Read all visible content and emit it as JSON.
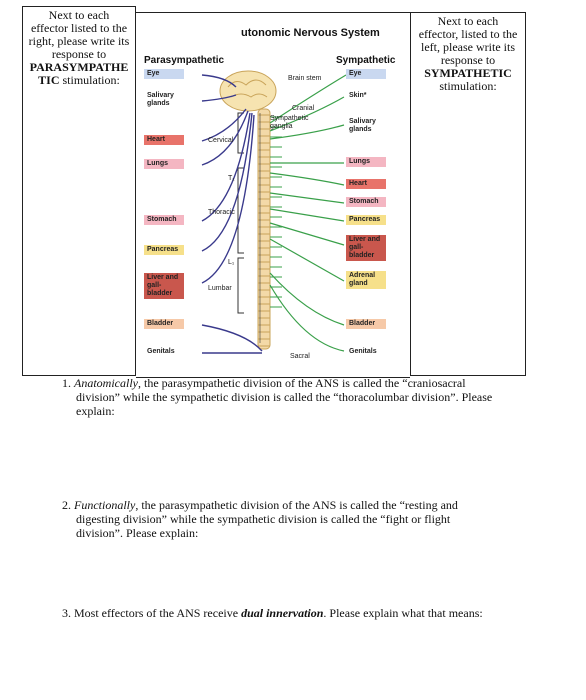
{
  "left_box": {
    "line1": "Next to each",
    "line2": "effector listed to the",
    "line3": "right, please write its",
    "line4": "response to",
    "line5": "PARASYMPATHE",
    "line6": "TIC",
    "line6b": " stimulation:"
  },
  "right_box": {
    "line1": "Next to each",
    "line2": "effector, listed to the",
    "line3": "left, please write its",
    "line4": "response to",
    "line5": "SYMPATHETIC",
    "line6": "stimulation:"
  },
  "diagram": {
    "title": "utonomic Nervous System",
    "parasympathetic_heading": "Parasympathetic",
    "sympathetic_heading": "Sympathetic",
    "para_organs": [
      "Eye",
      "Salivary glands",
      "Heart",
      "Lungs",
      "Stomach",
      "Pancreas",
      "Liver and gall-bladder",
      "Bladder",
      "Genitals"
    ],
    "symp_organs": [
      "Eye",
      "Skin*",
      "Salivary glands",
      "Lungs",
      "Heart",
      "Stomach",
      "Pancreas",
      "Liver and gall-bladder",
      "Adrenal gland",
      "Bladder",
      "Genitals"
    ],
    "labels": {
      "brain_stem": "Brain stem",
      "cranial": "Cranial",
      "sympathetic_ganglia": "Sympathetic ganglia",
      "cervical": "Cervical",
      "t1": "T₁",
      "thoracic": "Thoracic",
      "l1": "L₁",
      "lumbar": "Lumbar",
      "sacral": "Sacral"
    },
    "colors": {
      "para_line": "#3a3a8c",
      "symp_line": "#3aa04a",
      "spine": "#e8c48a",
      "organ_pink": "#f4b6c2",
      "organ_red": "#e8736a",
      "organ_yellow": "#f6e08a",
      "organ_blue": "#c9d8f0"
    }
  },
  "questions": [
    {
      "number": "1.",
      "lead": "Anatomically",
      "text_line1": ", the parasympathetic division of the ANS is called the “craniosacral",
      "text_line2": "division” while the sympathetic division is called the “thoracolumbar division”. Please",
      "text_line3": "explain:"
    },
    {
      "number": "2.",
      "lead": "Functionally",
      "text_line1": ", the parasympathetic division of the ANS is called the “resting and",
      "text_line2": "digesting division” while the sympathetic division is called the “fight or flight",
      "text_line3": "division”. Please explain:"
    },
    {
      "number": "3.",
      "pre": "Most effectors of the ANS receive ",
      "emph": "dual innervation",
      "post": ". Please explain what that means:"
    }
  ]
}
